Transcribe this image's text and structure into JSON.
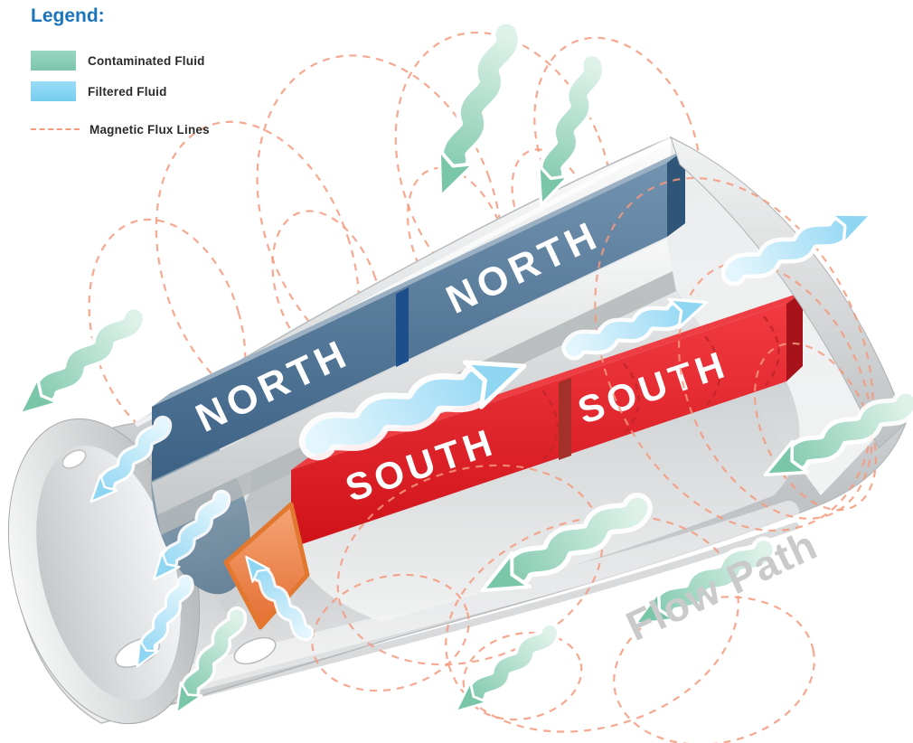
{
  "legend": {
    "title": "Legend:",
    "items": [
      {
        "id": "contaminated",
        "label": "Contaminated Fluid",
        "color": "#8CCFB8"
      },
      {
        "id": "filtered",
        "label": "Filtered Fluid",
        "color": "#87D3F2"
      },
      {
        "id": "flux",
        "label": "Magnetic Flux Lines",
        "color": "#F4997D"
      }
    ]
  },
  "diagram": {
    "labels": {
      "north_rear": "NORTH",
      "north_front": "NORTH",
      "south_rear": "SOUTH",
      "south_front": "SOUTH",
      "flow_path": "Flow Path"
    },
    "colors": {
      "legend_title": "#1B75BC",
      "north_bar": "#4A6F92",
      "north_divider": "#1C4F8C",
      "south_bar": "#E01B22",
      "south_divider": "#A33029",
      "south_flux_dash": "#C3242B",
      "flux_line": "#F4997D",
      "contaminated_arrow": "#79C6A8",
      "filtered_arrow": "#8FD6F3",
      "end_cap": "#ED8A55",
      "pipe_silver": "#C8CACC",
      "flow_path_text": "#C9CACB"
    }
  }
}
